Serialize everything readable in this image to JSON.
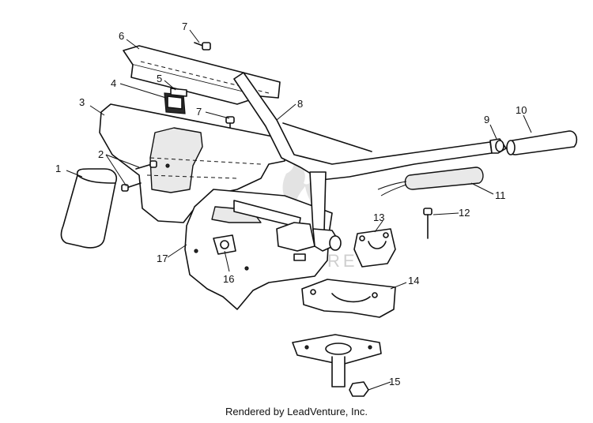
{
  "watermark": "LEADVENTURE",
  "footer": "Rendered by LeadVenture, Inc.",
  "callouts": [
    {
      "id": "1",
      "label": "1"
    },
    {
      "id": "2",
      "label": "2"
    },
    {
      "id": "3",
      "label": "3"
    },
    {
      "id": "4",
      "label": "4"
    },
    {
      "id": "5",
      "label": "5"
    },
    {
      "id": "6",
      "label": "6"
    },
    {
      "id": "7a",
      "label": "7"
    },
    {
      "id": "7b",
      "label": "7"
    },
    {
      "id": "8",
      "label": "8"
    },
    {
      "id": "9",
      "label": "9"
    },
    {
      "id": "10",
      "label": "10"
    },
    {
      "id": "11",
      "label": "11"
    },
    {
      "id": "12",
      "label": "12"
    },
    {
      "id": "13",
      "label": "13"
    },
    {
      "id": "14",
      "label": "14"
    },
    {
      "id": "15",
      "label": "15"
    },
    {
      "id": "16",
      "label": "16"
    },
    {
      "id": "17",
      "label": "17"
    }
  ]
}
